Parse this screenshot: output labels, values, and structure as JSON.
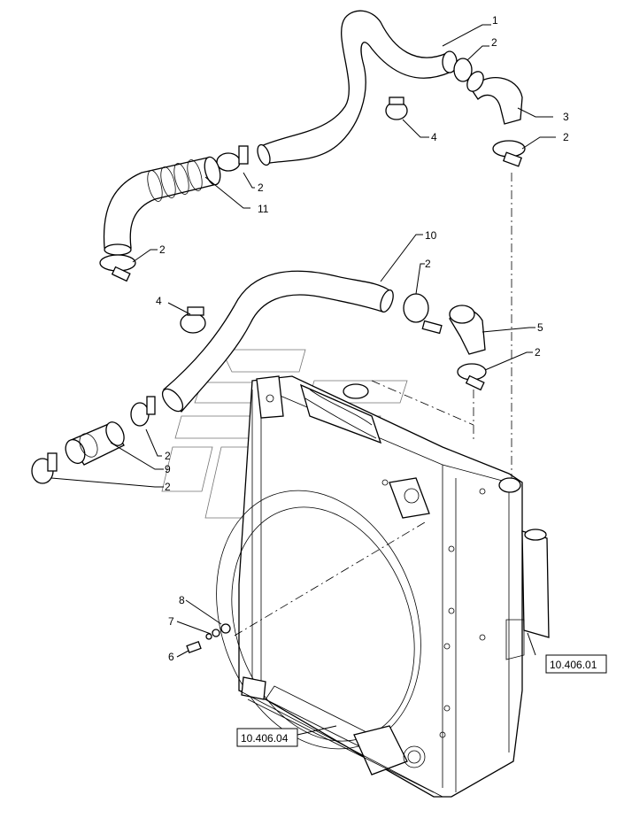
{
  "callouts": {
    "c1": "1",
    "c2a": "2",
    "c3": "3",
    "c2b": "2",
    "c4a": "4",
    "c2c": "2",
    "c11": "11",
    "c2d": "2",
    "c10": "10",
    "c2e": "2",
    "c4b": "4",
    "c5": "5",
    "c2f": "2",
    "c2g": "2",
    "c9": "9",
    "c2h": "2",
    "c8": "8",
    "c7": "7",
    "c6": "6"
  },
  "references": {
    "ref_right": "10.406.01",
    "ref_bottom": "10.406.04"
  },
  "icons": {
    "watermark": "brand-watermark-icon"
  }
}
